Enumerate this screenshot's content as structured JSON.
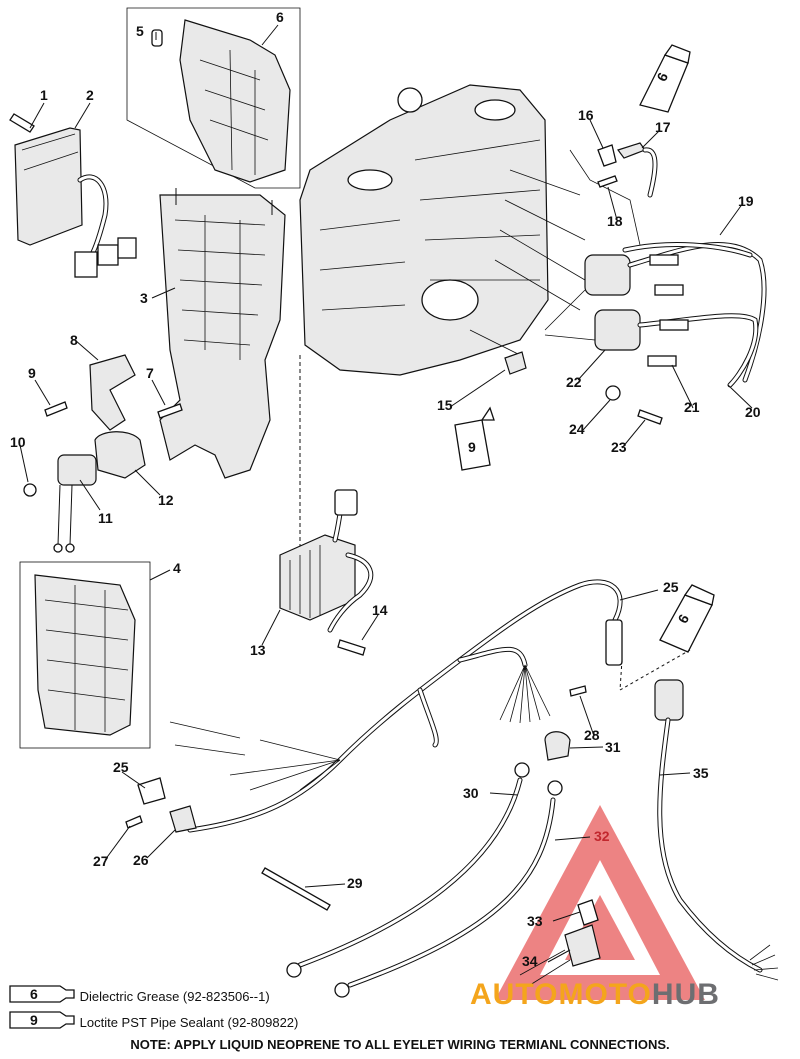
{
  "callouts": {
    "c1": "1",
    "c2": "2",
    "c3": "3",
    "c4": "4",
    "c5": "5",
    "c6": "6",
    "c7": "7",
    "c8": "8",
    "c9": "9",
    "c10": "10",
    "c11": "11",
    "c12": "12",
    "c13": "13",
    "c14": "14",
    "c15": "15",
    "c16": "16",
    "c17": "17",
    "c18": "18",
    "c19": "19",
    "c20": "20",
    "c21": "21",
    "c22": "22",
    "c23": "23",
    "c24": "24",
    "c25a": "25",
    "c25b": "25",
    "c26": "26",
    "c27": "27",
    "c28": "28",
    "c29": "29",
    "c30": "30",
    "c31": "31",
    "c32": "32",
    "c33": "33",
    "c34": "34",
    "c35": "35"
  },
  "tube_labels": {
    "t6a": "6",
    "t6b": "6",
    "t9": "9"
  },
  "legend": [
    {
      "code": "6",
      "text": "Dielectric Grease (92-823506--1)"
    },
    {
      "code": "9",
      "text": "Loctite PST Pipe Sealant (92-809822)"
    }
  ],
  "note": "NOTE:  APPLY LIQUID NEOPRENE TO ALL EYELET WIRING TERMIANL CONNECTIONS.",
  "watermark": {
    "part1": "AUTOMOTO",
    "part2": "HUB",
    "logo": "triangle-a-logo"
  },
  "colors": {
    "ink": "#111111",
    "watermark_red": "#e34a4a",
    "watermark_orange": "#f4a51c",
    "watermark_gray": "#6d6e71",
    "watermark_red_text": "#c2272d"
  }
}
